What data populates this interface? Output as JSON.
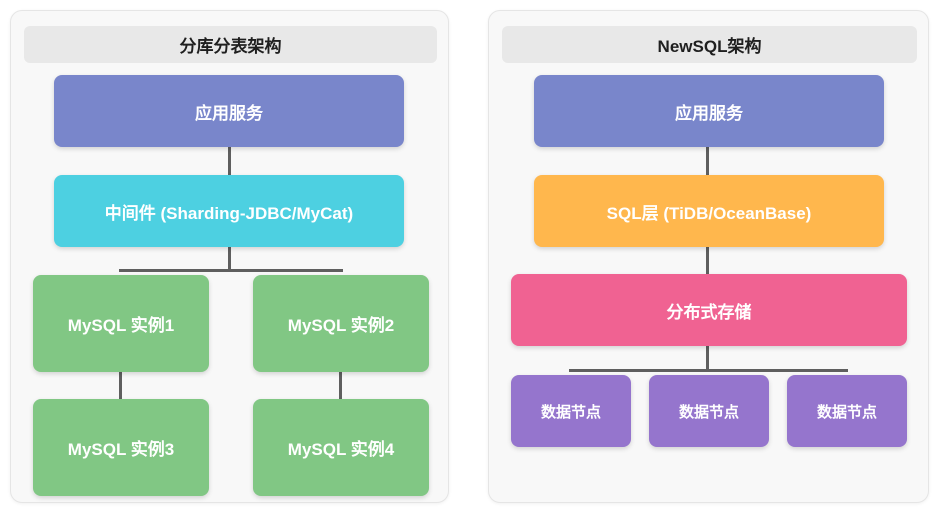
{
  "left_panel": {
    "title": "分库分表架构",
    "app_service": "应用服务",
    "middleware": "中间件 (Sharding-JDBC/MyCat)",
    "mysql_instances": [
      "MySQL 实例1",
      "MySQL 实例2",
      "MySQL 实例3",
      "MySQL 实例4"
    ]
  },
  "right_panel": {
    "title": "NewSQL架构",
    "app_service": "应用服务",
    "sql_layer": "SQL层 (TiDB/OceanBase)",
    "distributed_storage": "分布式存储",
    "data_nodes": [
      "数据节点",
      "数据节点",
      "数据节点"
    ]
  },
  "colors": {
    "app_service": "#7986cb",
    "middleware": "#4dd0e1",
    "mysql_instance": "#81c784",
    "sql_layer": "#ffb74d",
    "distributed_storage": "#f06292",
    "data_node": "#9575cd",
    "connector": "#5f5f5f",
    "panel_background": "#f8f8f8",
    "title_bar_background": "#e8e8e8"
  }
}
